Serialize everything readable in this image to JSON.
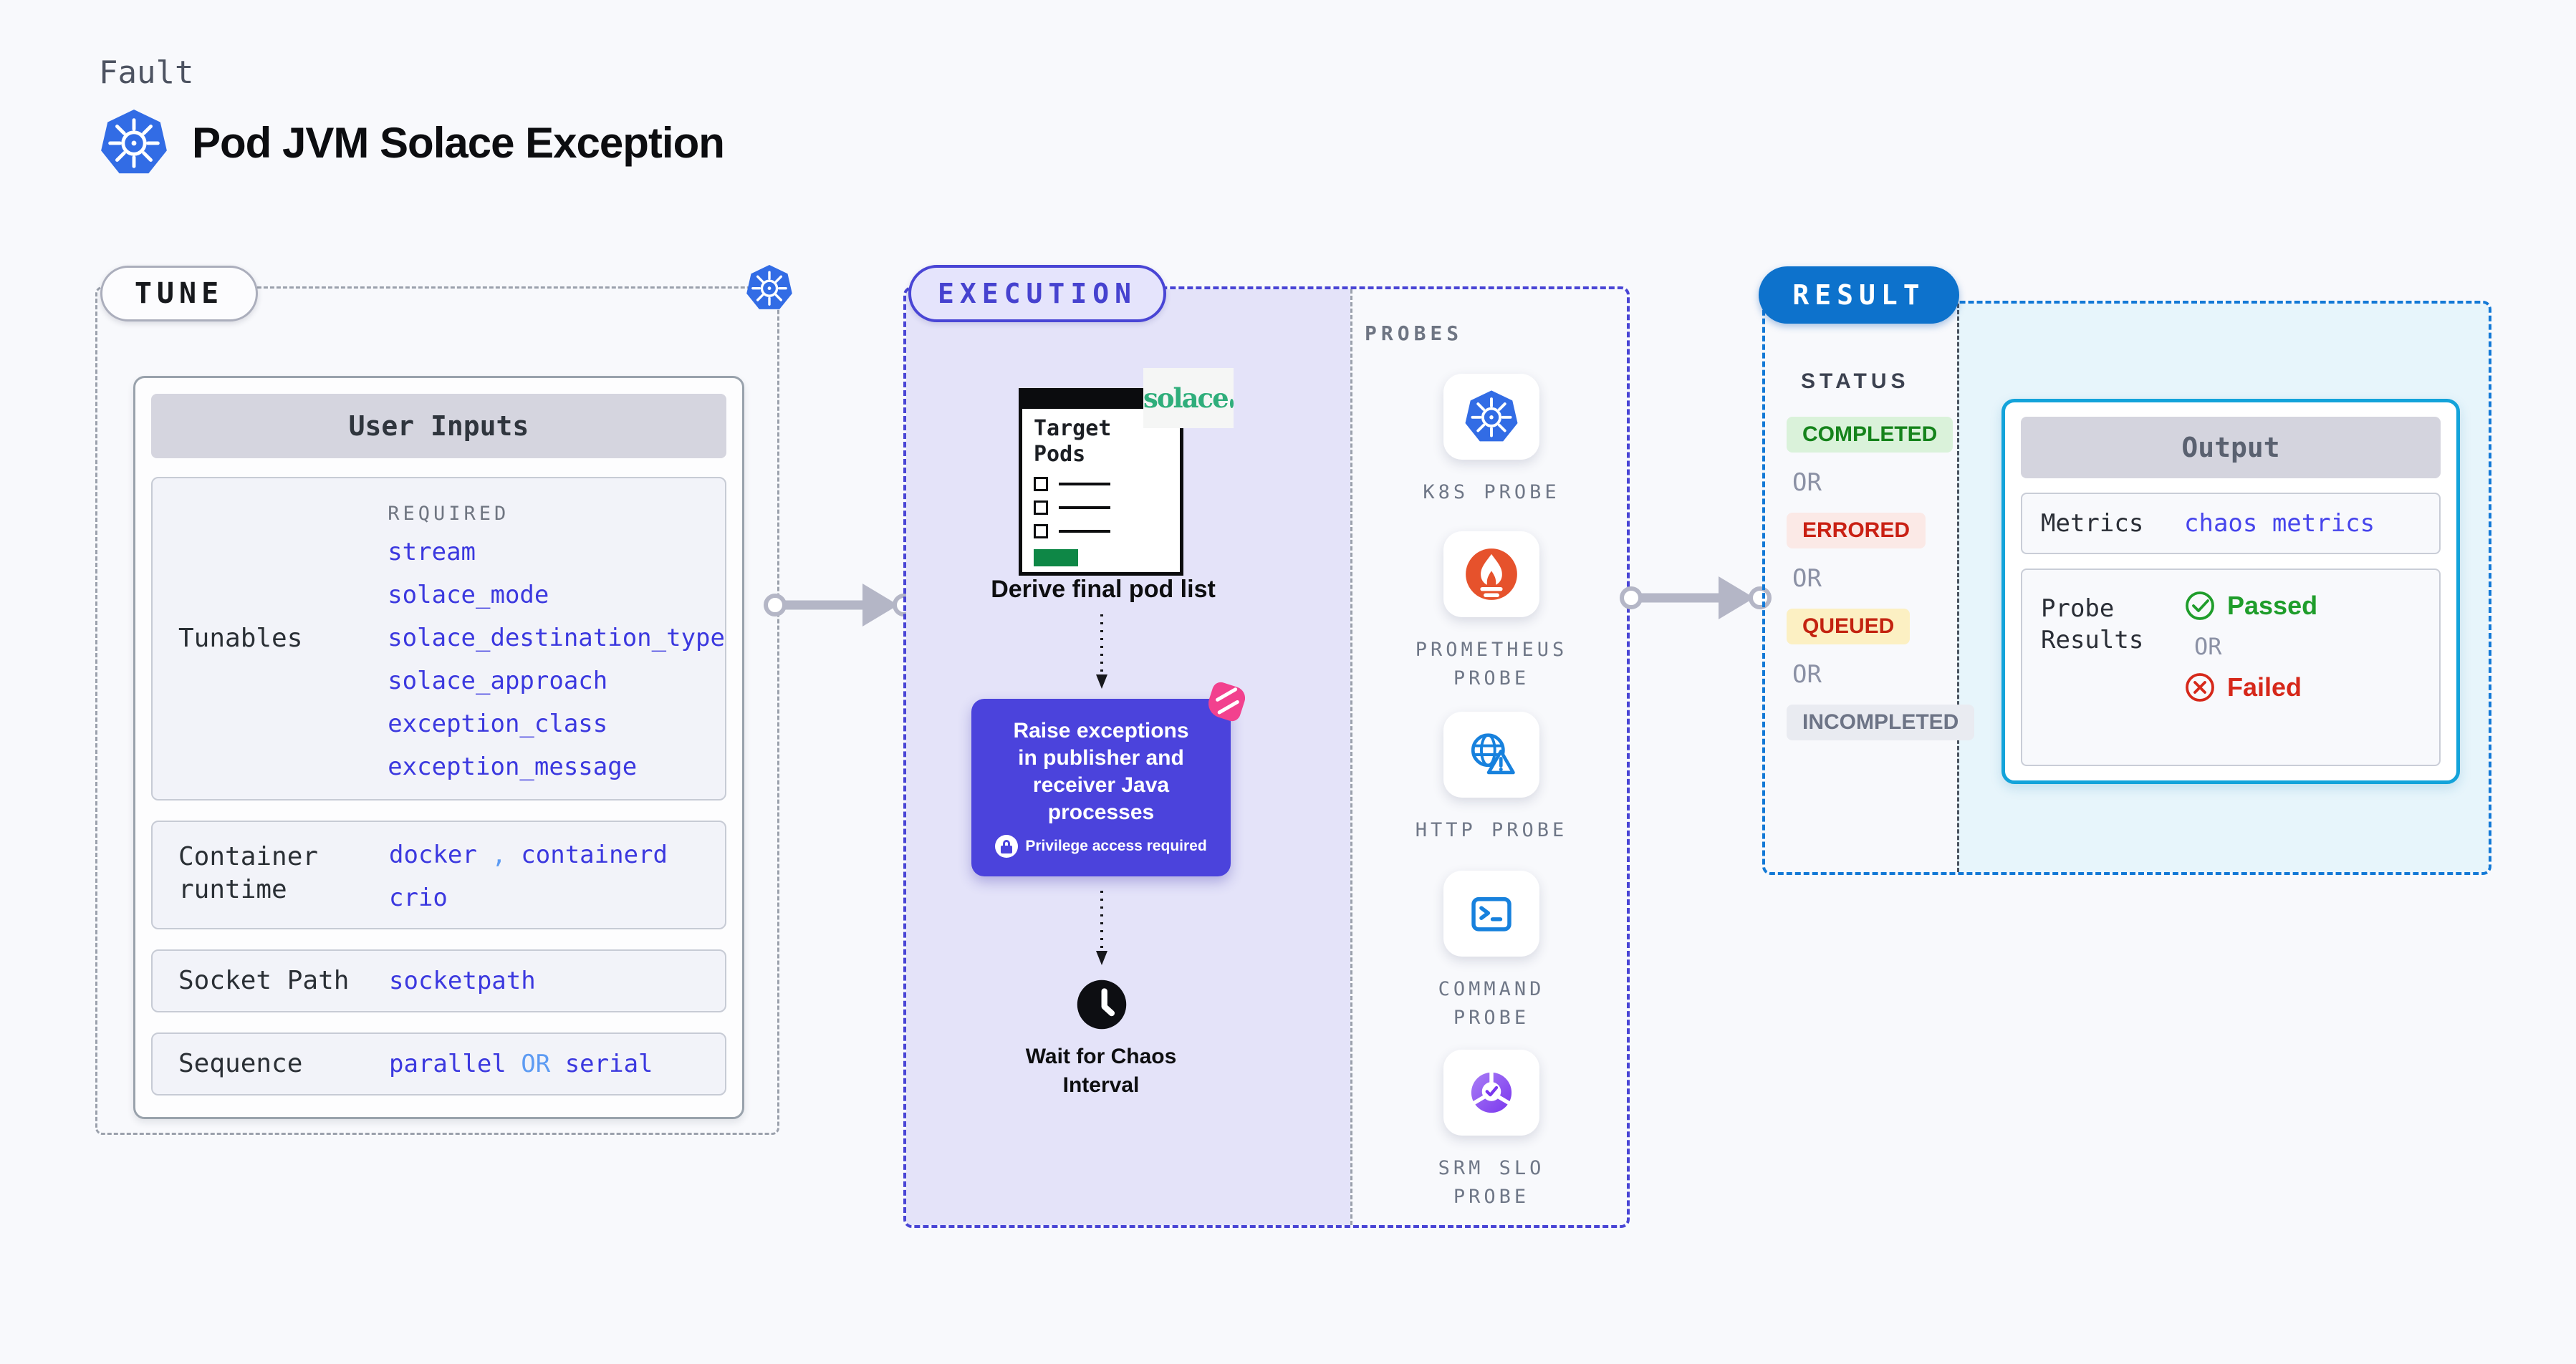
{
  "header": {
    "kicker": "Fault",
    "title": "Pod JVM Solace Exception"
  },
  "tune": {
    "badge": "TUNE",
    "card_title": "User Inputs",
    "tunables_label": "Tunables",
    "required_label": "REQUIRED",
    "tunable_items": [
      "stream",
      "solace_mode",
      "solace_destination_type",
      "solace_approach",
      "exception_class",
      "exception_message"
    ],
    "container_runtime": {
      "label": "Container runtime",
      "value1": "docker",
      "separator": ",",
      "value2": "containerd",
      "value3": "crio"
    },
    "socket_path": {
      "label": "Socket Path",
      "value": "socketpath"
    },
    "sequence": {
      "label": "Sequence",
      "value1": "parallel",
      "or": "OR",
      "value2": "serial"
    }
  },
  "execution": {
    "badge": "EXECUTION",
    "target_pods_title": "Target Pods",
    "solace_logo_text": "solace",
    "derive_label": "Derive final pod list",
    "action_text": "Raise exceptions in publisher and receiver Java processes",
    "privilege_text": "Privilege access required",
    "wait_text": "Wait for Chaos Interval",
    "probes_title": "PROBES",
    "probes": [
      {
        "label": "K8S PROBE",
        "icon": "kubernetes-icon"
      },
      {
        "label": "PROMETHEUS PROBE",
        "icon": "prometheus-icon"
      },
      {
        "label": "HTTP PROBE",
        "icon": "globe-warning-icon"
      },
      {
        "label": "COMMAND PROBE",
        "icon": "terminal-icon"
      },
      {
        "label": "SRM SLO PROBE",
        "icon": "slo-check-icon"
      }
    ]
  },
  "result": {
    "badge": "RESULT",
    "status_label": "STATUS",
    "or_label": "OR",
    "statuses": [
      {
        "label": "COMPLETED"
      },
      {
        "label": "ERRORED"
      },
      {
        "label": "QUEUED"
      },
      {
        "label": "INCOMPLETED"
      }
    ],
    "output": {
      "title": "Output",
      "metrics_label": "Metrics",
      "metrics_value": "chaos metrics",
      "probe_results_label": "Probe Results",
      "passed_label": "Passed",
      "or_label": "OR",
      "failed_label": "Failed"
    }
  },
  "colors": {
    "kubernetes_blue": "#326ce5",
    "execution_indigo": "#4945d5",
    "action_purple": "#4b43dc",
    "chaos_pink": "#f2418e",
    "solace_green": "#2fae7b",
    "prometheus_orange": "#e6522c",
    "probe_blue": "#1781dd",
    "srm_purple": "#7a36ee",
    "result_blue": "#0d72cc",
    "output_cyan": "#13a3da",
    "value_blue": "#3b38df",
    "light_blue": "#5d9bf3",
    "passed_green": "#1f9d2b",
    "failed_red": "#d6281a"
  }
}
